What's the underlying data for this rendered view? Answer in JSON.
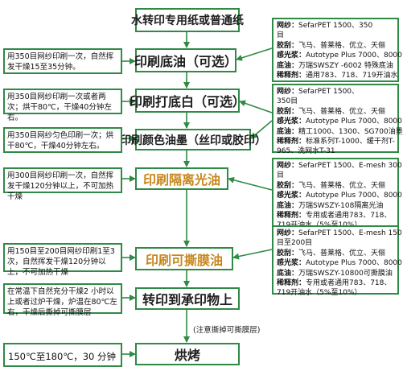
{
  "colors": {
    "border": "#2f8a45",
    "arrow": "#2f8a45",
    "highlight": "#c8871e"
  },
  "steps": [
    {
      "label": "水转印专用纸或普通纸"
    },
    {
      "label": "印刷底油（可选）"
    },
    {
      "label": "印刷打底白（可选）"
    },
    {
      "label": "印刷颜色油墨（丝印或胶印）"
    },
    {
      "label": "印刷隔离光油"
    },
    {
      "label": "印刷可撕膜油"
    },
    {
      "label": "转印到承印物上"
    },
    {
      "label": "烘烤"
    }
  ],
  "left_notes": [
    {
      "text": "用350目网纱印刷一次，自然挥发干燥15至35分钟。"
    },
    {
      "text": "用350目网纱印刷一次或者两次；烘干80℃，干燥40分钟左右。"
    },
    {
      "text": "用350目网纱匀色印刷一次；烘干80℃，干燥40分钟左右。"
    },
    {
      "text": "用300目网纱印刷一次，自然挥发干燥120分钟以上，不可加热干燥"
    },
    {
      "text": "用150目至200目网纱印刷1至3次，自然挥发干燥120分钟以上，不可加热干燥"
    },
    {
      "text": "在常温下自然充分干燥2 小时以上或者过炉干燥，炉温在80℃左右，干燥后撕掉可撕膜层"
    },
    {
      "text": "150℃至180℃，30 分钟"
    }
  ],
  "materials": [
    {
      "lines": [
        {
          "k": "网纱：",
          "v": "SefarPET 1500、350"
        },
        {
          "k": "",
          "v": "目"
        },
        {
          "k": "胶刮：",
          "v": "飞马、普莱格、优立、天俪"
        },
        {
          "k": "感光浆：",
          "v": "Autotype Plus 7000、8000"
        },
        {
          "k": "底油：",
          "v": "万瑞SWSZY -6002 特殊底油"
        },
        {
          "k": "稀释剂：",
          "v": "通用783、718、719开油水"
        }
      ]
    },
    {
      "lines": [
        {
          "k": "网纱：",
          "v": "SefarPET 1500、"
        },
        {
          "k": "",
          "v": "350目"
        },
        {
          "k": "胶刮：",
          "v": "飞马、普莱格、优立、天俪"
        },
        {
          "k": "感光浆：",
          "v": "Autotype Plus 7000、8000"
        },
        {
          "k": "底油：",
          "v": "精工1000、1300、SG700油墨"
        },
        {
          "k": "稀释剂：",
          "v": "标准系列T-1000、缓干剂T-"
        },
        {
          "k": "",
          "v": "965、洗网水T-31"
        }
      ]
    },
    {
      "lines": [
        {
          "k": "网纱：",
          "v": "SefarPET 1500、E-mesh 300"
        },
        {
          "k": "",
          "v": "目"
        },
        {
          "k": "胶刮：",
          "v": "飞马、普莱格、优立、天俪"
        },
        {
          "k": "感光浆：",
          "v": "Autotype Plus 7000、8000"
        },
        {
          "k": "底油：",
          "v": "万瑞SWSZY-108隔离光油"
        },
        {
          "k": "稀释剂：",
          "v": "专用或者通用783、718、"
        },
        {
          "k": "",
          "v": "719开油水（5%至10%）"
        }
      ]
    },
    {
      "lines": [
        {
          "k": "网纱：",
          "v": "SefarPET 1500、E-mesh 150"
        },
        {
          "k": "",
          "v": "目至200目"
        },
        {
          "k": "胶刮：",
          "v": "飞马、普莱格、优立、天俪"
        },
        {
          "k": "感光浆：",
          "v": "Autotype Plus 7000、8000"
        },
        {
          "k": "底油：",
          "v": "万瑞SWSZY-10800可撕膜油"
        },
        {
          "k": "稀释剂：",
          "v": "专用或者通用783、718、"
        },
        {
          "k": "",
          "v": "719开油水（5%至10%）"
        }
      ]
    }
  ],
  "side_note": "(注意撕掉可撕膜层)"
}
